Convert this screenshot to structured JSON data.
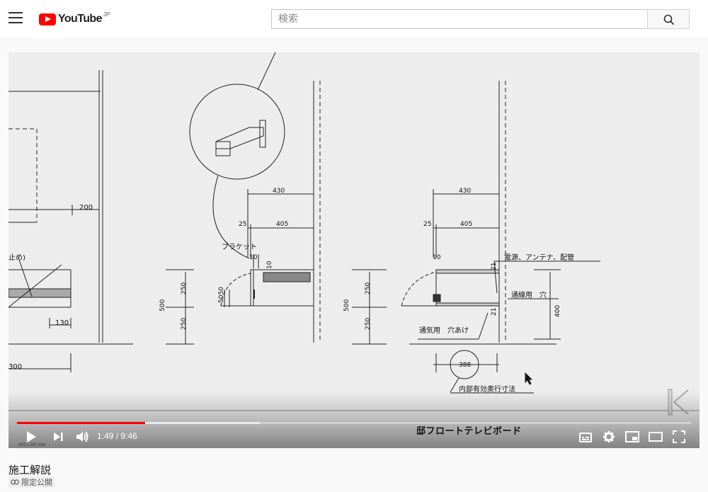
{
  "header": {
    "logo_text": "YouTube",
    "logo_region": "JP",
    "search_placeholder": "検索"
  },
  "player": {
    "current_time": "1:49",
    "duration": "9:46",
    "time_text": "1:49 / 9:46",
    "progress_fraction": 0.19,
    "buffer_fraction": 0.36,
    "video_caption": "邸フロートテレビボード",
    "sheet_size": "420 x 297 mm",
    "drawing": {
      "dim_200": "200",
      "dim_130": "130",
      "dim_300": "300",
      "dim_430_a": "430",
      "dim_405_a": "405",
      "dim_25_a": "25",
      "dim_10_a": "10",
      "dim_10_b": "10",
      "dim_250_a": "250",
      "dim_250_b": "250",
      "dim_500_a": "500",
      "dim_5050": "5050",
      "label_bracket": "ブラケット",
      "label_stop": "止め)",
      "dim_430_b": "430",
      "dim_405_b": "405",
      "dim_25_b": "25",
      "dim_10_c": "10",
      "dim_21_a": "21",
      "dim_21_b": "21",
      "dim_250_c": "250",
      "dim_250_d": "250",
      "dim_500_b": "500",
      "dim_400": "400",
      "label_power": "電源、アンテナ、配管",
      "label_wiring_hole": "通線用　穴",
      "label_vent_hole": "通気用　穴あけ",
      "dim_388": "388",
      "label_inner_depth": "内部有効奥行寸法"
    }
  },
  "video": {
    "title": "施工解説",
    "privacy": "限定公開"
  }
}
